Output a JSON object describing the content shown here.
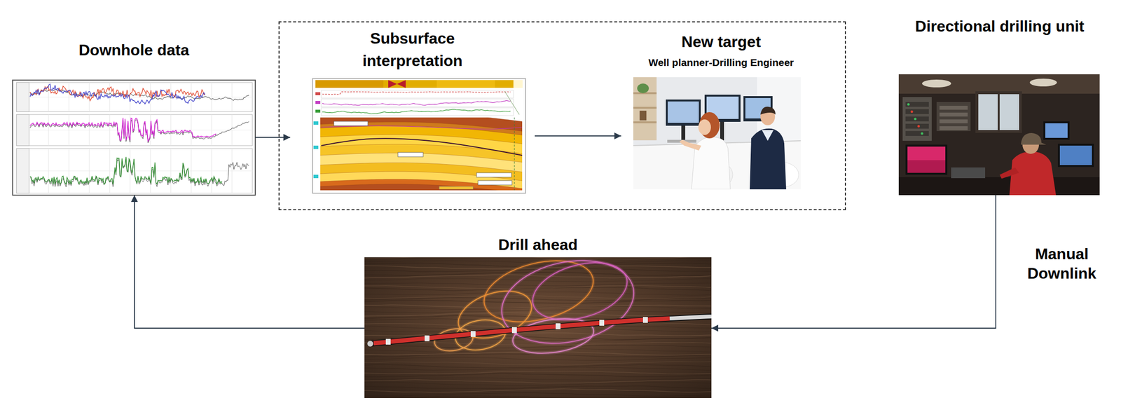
{
  "diagram": {
    "nodes": [
      {
        "text": [
          "Downhole data"
        ]
      },
      {
        "text": []
      },
      {
        "text": [
          "Subsurface interpretation"
        ],
        "in": 1
      },
      {
        "text": [
          "New target",
          "Well planner-Drilling Engineer"
        ],
        "in": 1
      },
      {
        "text": [
          "Directional drilling unit"
        ]
      },
      {
        "text": [
          "Drill ahead"
        ]
      }
    ],
    "edges": [
      {
        "from": 0,
        "to": 2,
        "arrow": "to"
      },
      {
        "from": 2,
        "to": 3,
        "arrow": "to"
      },
      {
        "from": 4,
        "to": 5,
        "label": "Manual Downlink",
        "arrow": "to"
      },
      {
        "from": 5,
        "to": 0,
        "arrow": "to"
      }
    ]
  }
}
